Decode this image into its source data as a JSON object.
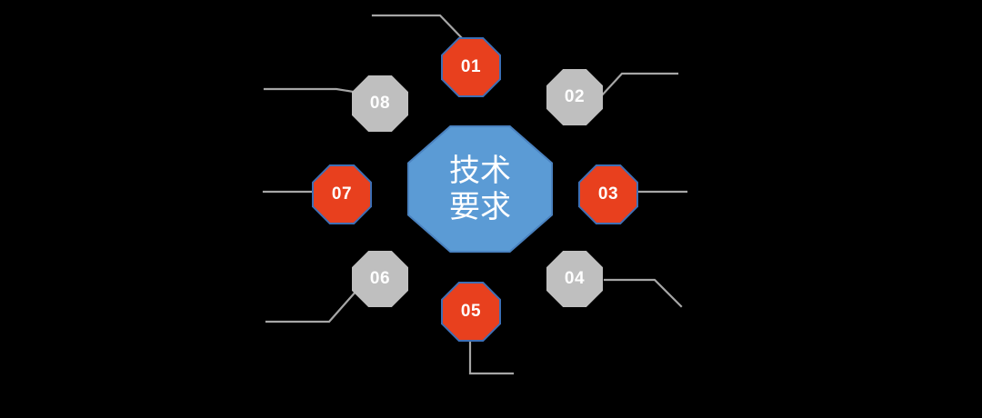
{
  "diagram": {
    "title": "技术要求",
    "type": "octagon-radial-callout",
    "background_color": "#000000",
    "center": {
      "label_lines": [
        "技术",
        "要求"
      ],
      "fill_color": "#5B9BD5",
      "border_color": "#4A82C0",
      "text_color": "#FFFFFF",
      "shape": "octagon"
    },
    "palette": {
      "accent_orange": "#E8401E",
      "accent_orange_border": "#3D6FB5",
      "neutral_gray": "#BFBFBF",
      "connector_gray": "#A6A6A6",
      "center_blue": "#5B9BD5",
      "text_white": "#FFFFFF"
    },
    "nodes": [
      {
        "id": "node-01",
        "label": "01",
        "style": "orange",
        "position": "top-center",
        "fill_color": "#E8401E",
        "border_color": "#3D6FB5"
      },
      {
        "id": "node-02",
        "label": "02",
        "style": "gray",
        "position": "upper-right",
        "fill_color": "#BFBFBF",
        "border_color": "none"
      },
      {
        "id": "node-03",
        "label": "03",
        "style": "orange",
        "position": "right",
        "fill_color": "#E8401E",
        "border_color": "#3D6FB5"
      },
      {
        "id": "node-04",
        "label": "04",
        "style": "gray",
        "position": "lower-right",
        "fill_color": "#BFBFBF",
        "border_color": "none"
      },
      {
        "id": "node-05",
        "label": "05",
        "style": "orange",
        "position": "bottom-center",
        "fill_color": "#E8401E",
        "border_color": "#3D6FB5"
      },
      {
        "id": "node-06",
        "label": "06",
        "style": "gray",
        "position": "lower-left",
        "fill_color": "#BFBFBF",
        "border_color": "none"
      },
      {
        "id": "node-07",
        "label": "07",
        "style": "orange",
        "position": "left",
        "fill_color": "#E8401E",
        "border_color": "#3D6FB5"
      },
      {
        "id": "node-08",
        "label": "08",
        "style": "gray",
        "position": "upper-left",
        "fill_color": "#BFBFBF",
        "border_color": "none"
      }
    ],
    "connectors": [
      {
        "id": "connector-01",
        "from": "node-01",
        "direction": "up-left",
        "color": "#A6A6A6"
      },
      {
        "id": "connector-02",
        "from": "node-02",
        "direction": "up-right",
        "color": "#A6A6A6"
      },
      {
        "id": "connector-03",
        "from": "node-03",
        "direction": "right",
        "color": "#A6A6A6"
      },
      {
        "id": "connector-04",
        "from": "node-04",
        "direction": "down-right",
        "color": "#A6A6A6"
      },
      {
        "id": "connector-05",
        "from": "node-05",
        "direction": "down-right",
        "color": "#A6A6A6"
      },
      {
        "id": "connector-06",
        "from": "node-06",
        "direction": "down-left",
        "color": "#A6A6A6"
      },
      {
        "id": "connector-07",
        "from": "node-07",
        "direction": "left",
        "color": "#A6A6A6"
      },
      {
        "id": "connector-08",
        "from": "node-08",
        "direction": "up-left",
        "color": "#A6A6A6"
      }
    ]
  }
}
